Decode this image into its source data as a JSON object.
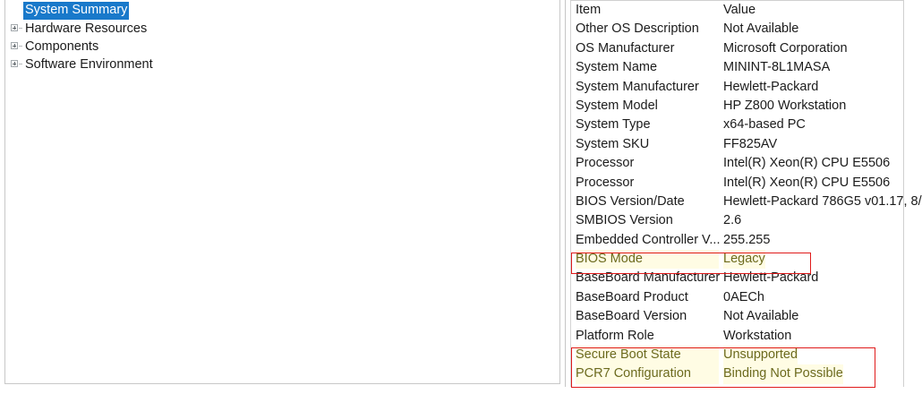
{
  "tree": {
    "selected": "System Summary",
    "items": [
      {
        "label": "System Summary",
        "expandable": false,
        "selected": true
      },
      {
        "label": "Hardware Resources",
        "expandable": true,
        "selected": false
      },
      {
        "label": "Components",
        "expandable": true,
        "selected": false
      },
      {
        "label": "Software Environment",
        "expandable": true,
        "selected": false
      }
    ]
  },
  "detail": {
    "columns": {
      "item": "Item",
      "value": "Value"
    },
    "rows": [
      {
        "item": "Item",
        "value": "Value",
        "header": true,
        "highlight": false
      },
      {
        "item": "Other OS Description",
        "value": "Not Available",
        "header": false,
        "highlight": false
      },
      {
        "item": "OS Manufacturer",
        "value": "Microsoft Corporation",
        "header": false,
        "highlight": false
      },
      {
        "item": "System Name",
        "value": "MININT-8L1MASA",
        "header": false,
        "highlight": false
      },
      {
        "item": "System Manufacturer",
        "value": "Hewlett-Packard",
        "header": false,
        "highlight": false
      },
      {
        "item": "System Model",
        "value": "HP Z800 Workstation",
        "header": false,
        "highlight": false
      },
      {
        "item": "System Type",
        "value": "x64-based PC",
        "header": false,
        "highlight": false
      },
      {
        "item": "System SKU",
        "value": "FF825AV",
        "header": false,
        "highlight": false
      },
      {
        "item": "Processor",
        "value": "Intel(R) Xeon(R) CPU          E5506",
        "header": false,
        "highlight": false
      },
      {
        "item": "Processor",
        "value": "Intel(R) Xeon(R) CPU          E5506",
        "header": false,
        "highlight": false
      },
      {
        "item": "BIOS Version/Date",
        "value": "Hewlett-Packard 786G5 v01.17, 8/",
        "header": false,
        "highlight": false
      },
      {
        "item": "SMBIOS Version",
        "value": "2.6",
        "header": false,
        "highlight": false
      },
      {
        "item": "Embedded Controller V...",
        "value": "255.255",
        "header": false,
        "highlight": false
      },
      {
        "item": "BIOS Mode",
        "value": "Legacy",
        "header": false,
        "highlight": true
      },
      {
        "item": "BaseBoard Manufacturer",
        "value": "Hewlett-Packard",
        "header": false,
        "highlight": false
      },
      {
        "item": "BaseBoard Product",
        "value": "0AECh",
        "header": false,
        "highlight": false
      },
      {
        "item": "BaseBoard Version",
        "value": "Not Available",
        "header": false,
        "highlight": false
      },
      {
        "item": "Platform Role",
        "value": "Workstation",
        "header": false,
        "highlight": false
      },
      {
        "item": "Secure Boot State",
        "value": "Unsupported",
        "header": false,
        "highlight": true
      },
      {
        "item": "PCR7 Configuration",
        "value": "Binding Not Possible",
        "header": false,
        "highlight": true
      }
    ]
  },
  "annotations": {
    "bios_mode_box": "BIOS Mode",
    "secure_boot_box": "Secure Boot State and PCR7 Configuration"
  },
  "colors": {
    "selection": "#1979ca",
    "annotation": "#e01b1b",
    "highlight_text": "#6c6a1e",
    "text": "#1b1b1b"
  }
}
